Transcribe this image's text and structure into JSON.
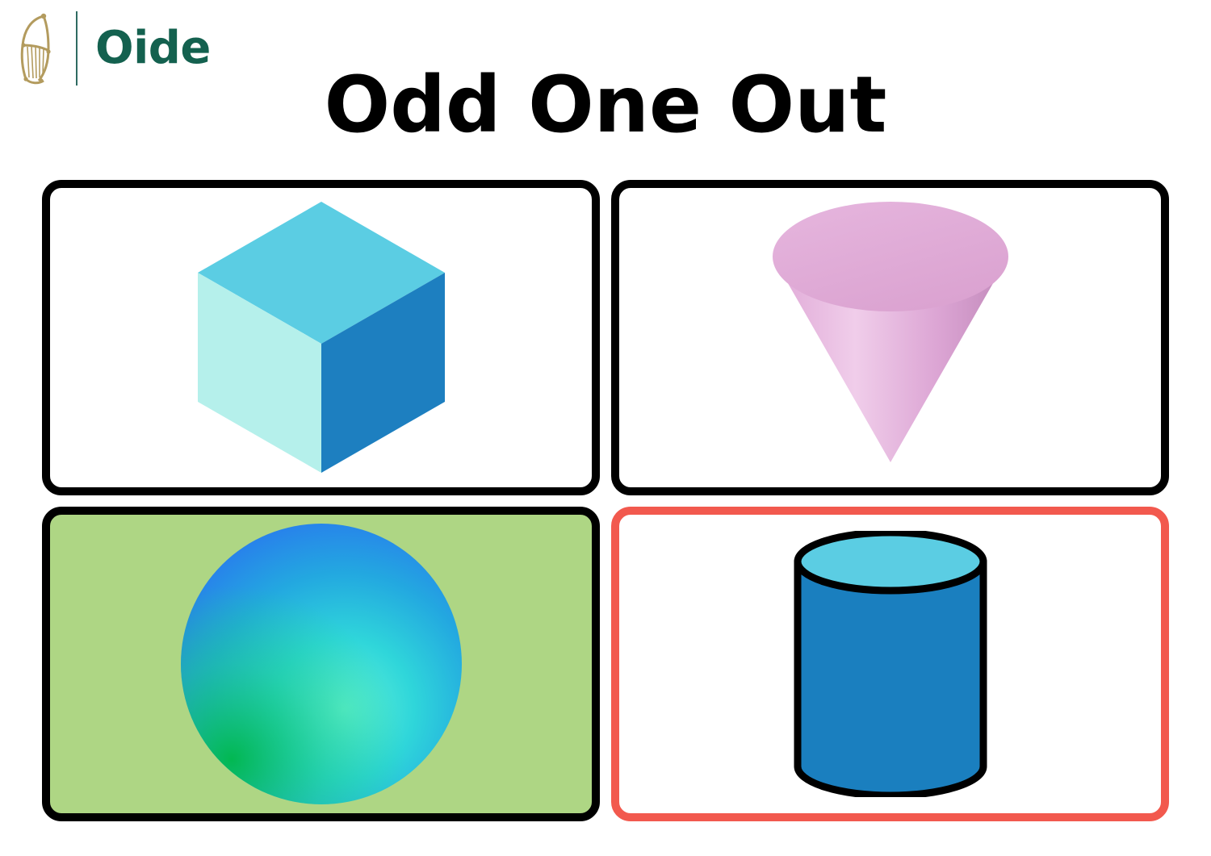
{
  "brand": {
    "harp_icon": "irish-harp-icon",
    "name": "Oide",
    "name_color": "#14614f",
    "harp_color": "#b39b5e"
  },
  "header": {
    "title": "Odd One Out"
  },
  "cards": [
    {
      "id": "card-cube",
      "shape": "cube",
      "shape_label": "cube",
      "border_color": "#000000",
      "background_color": "#ffffff",
      "selected": false,
      "colors": {
        "top": "#5bcde3",
        "left": "#b5f0eb",
        "right": "#1d7fc0"
      }
    },
    {
      "id": "card-cone",
      "shape": "cone",
      "shape_label": "cone",
      "border_color": "#000000",
      "background_color": "#ffffff",
      "selected": false,
      "colors": {
        "base": "#e2aed8",
        "body_light": "#eec4e4",
        "body_dark": "#c88fc0"
      }
    },
    {
      "id": "card-sphere",
      "shape": "sphere",
      "shape_label": "sphere",
      "border_color": "#000000",
      "background_color": "#aed684",
      "selected": false,
      "colors": {
        "highlight": "#5ff0d8",
        "blue": "#2a6ff0",
        "green": "#00b84a"
      }
    },
    {
      "id": "card-cylinder",
      "shape": "cylinder",
      "shape_label": "cylinder",
      "border_color": "#f2594e",
      "background_color": "#ffffff",
      "selected": true,
      "colors": {
        "top": "#5bcde3",
        "body": "#1a7fbf",
        "outline": "#000000"
      }
    }
  ]
}
